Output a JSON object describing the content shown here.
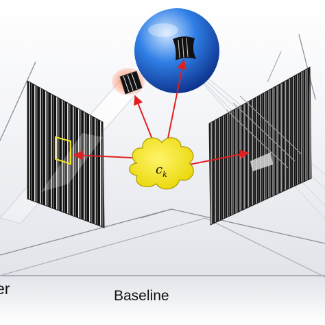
{
  "labels": {
    "baseline": "Baseline",
    "left_partial": "er",
    "center_symbol": "c",
    "center_subscript": "k"
  },
  "colors": {
    "sphere_light": "#cfe6ff",
    "sphere_mid": "#2f7fe6",
    "sphere_dark": "#0b2d86",
    "cloud_fill": "#f6e620",
    "cloud_stroke": "#a89a00",
    "arrow": "#e02020",
    "projector_glow": "#ff6a3d",
    "highlight_box": "#f3e21b",
    "panel_dark": "#111111",
    "stripe": "#e8e8e8"
  },
  "icons": {
    "center": "cloud-shape",
    "sphere": "blue-sphere",
    "patch": "black-striped-patch"
  }
}
